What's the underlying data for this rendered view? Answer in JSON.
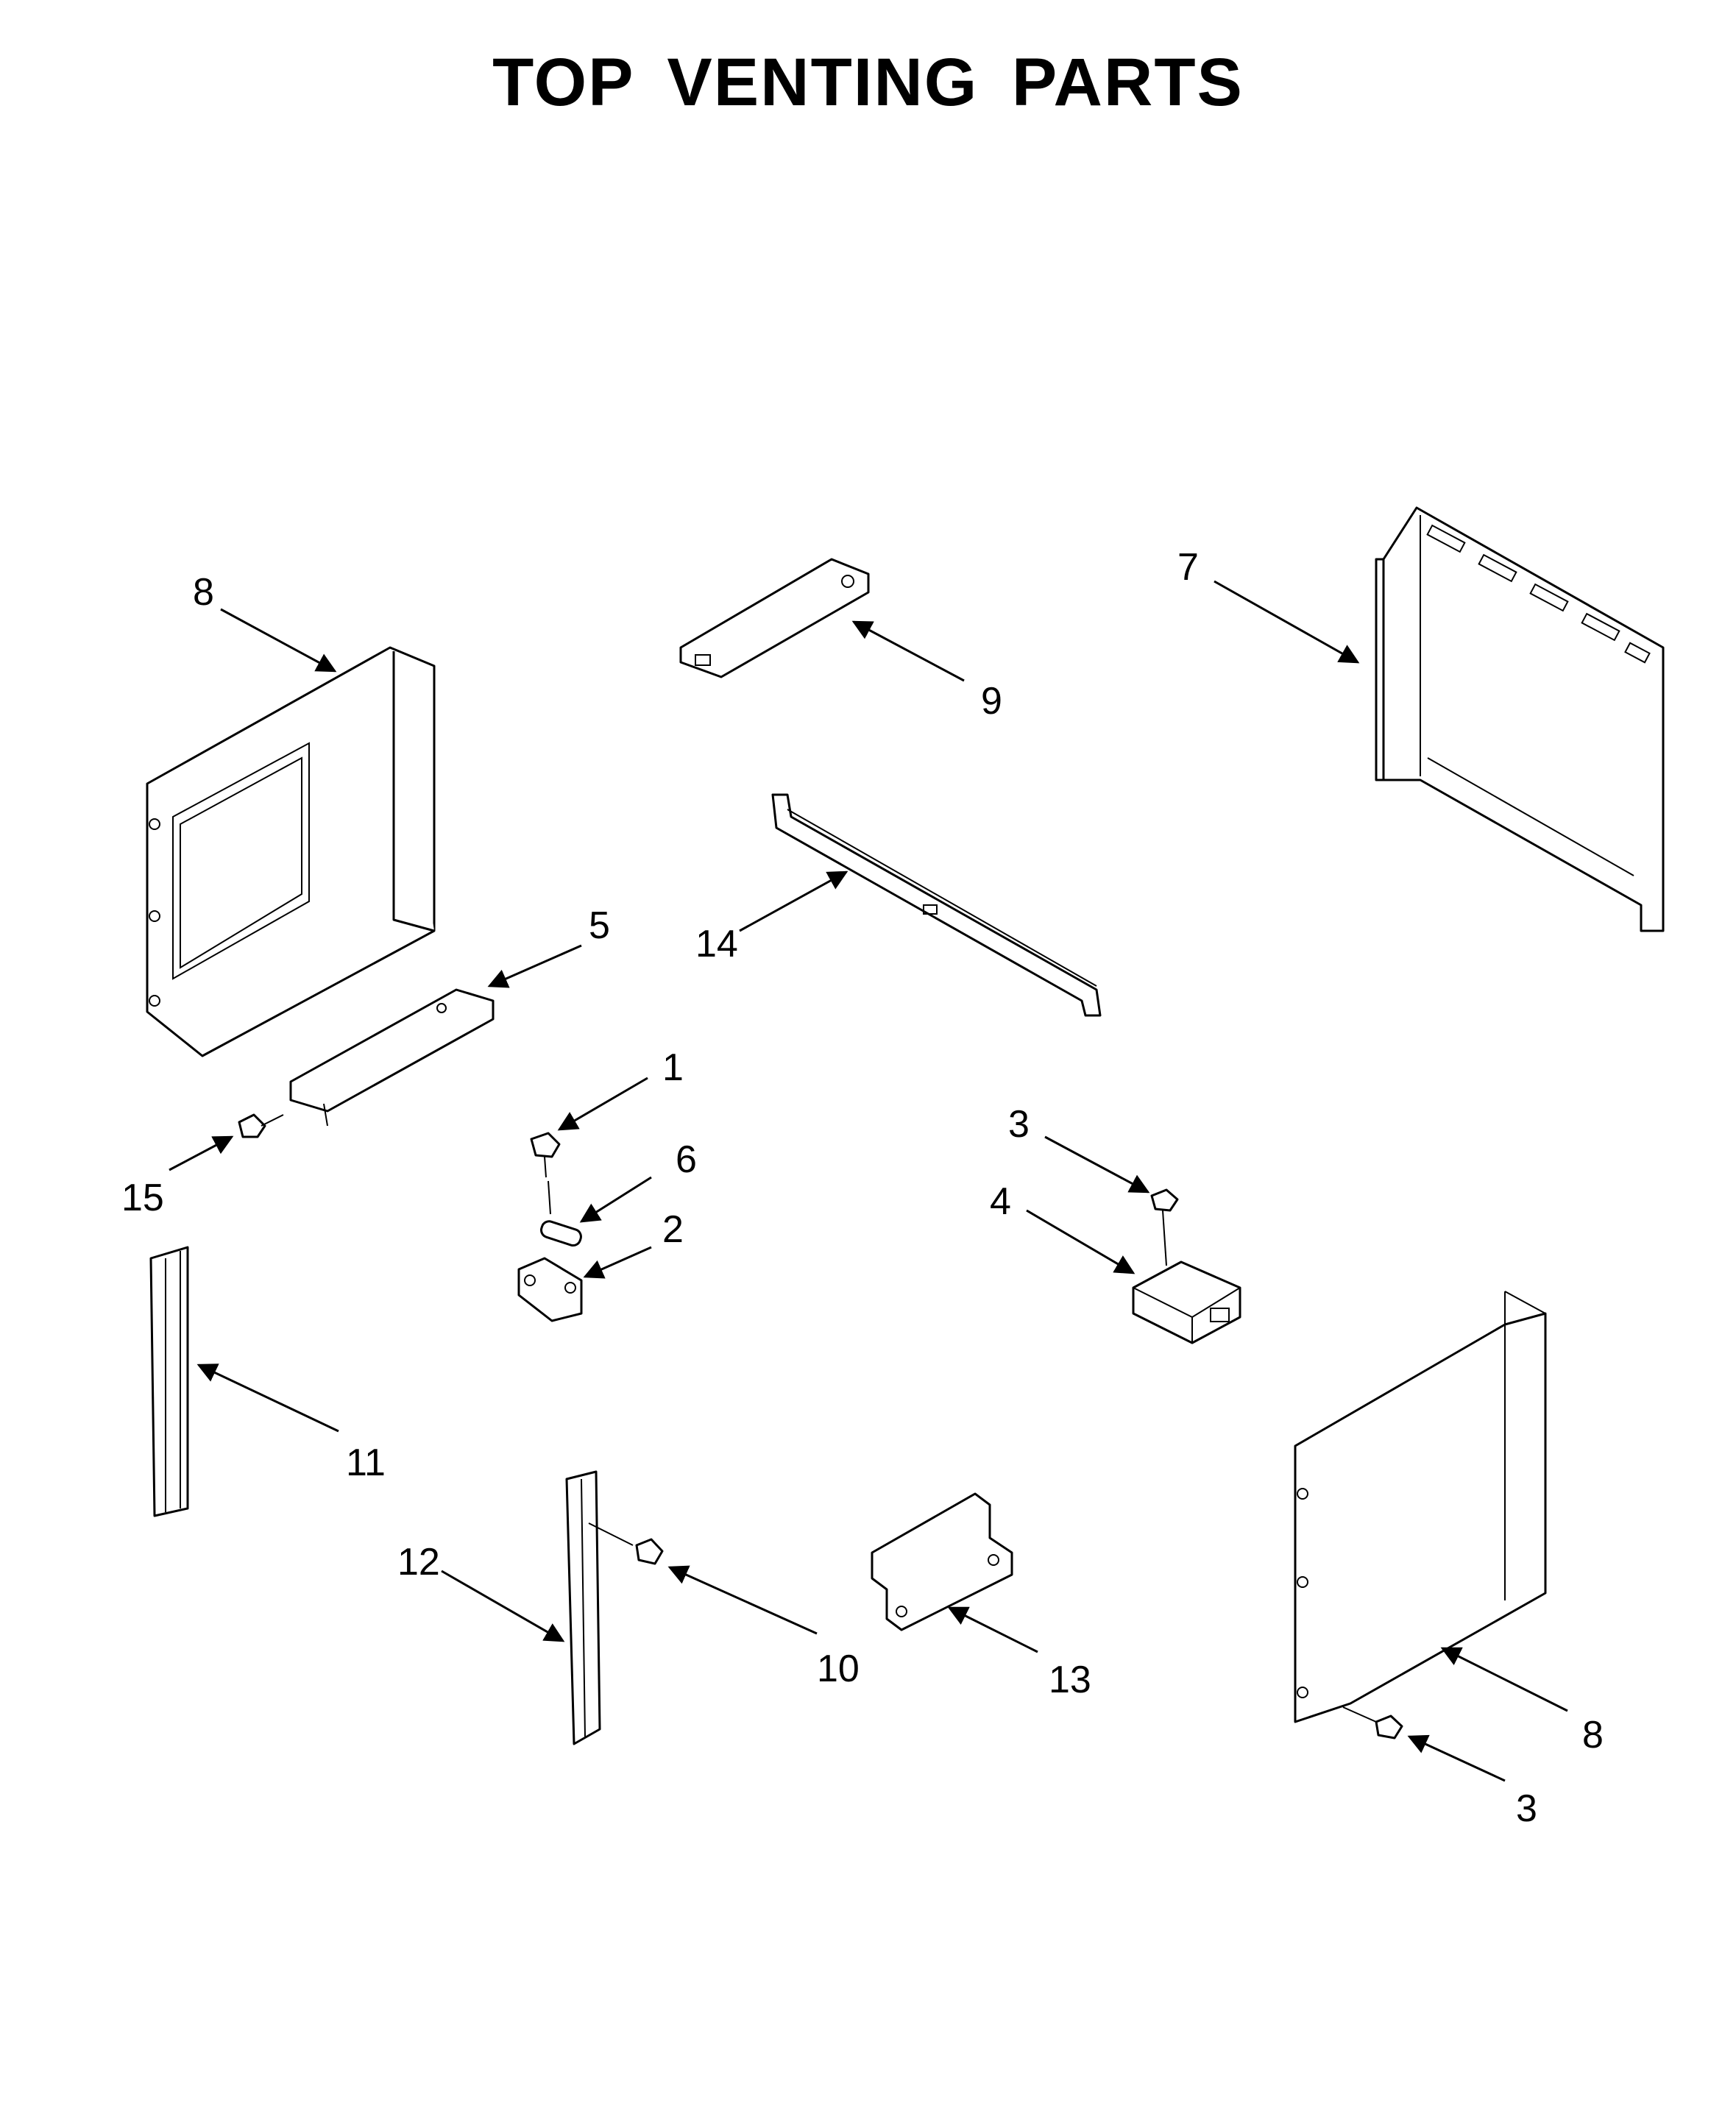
{
  "title": "TOP VENTING PARTS",
  "callouts": {
    "c1": "1",
    "c2": "2",
    "c3a": "3",
    "c3b": "3",
    "c4": "4",
    "c5": "5",
    "c6": "6",
    "c7": "7",
    "c8a": "8",
    "c8b": "8",
    "c9": "9",
    "c10": "10",
    "c11": "11",
    "c12": "12",
    "c13": "13",
    "c14": "14",
    "c15": "15"
  }
}
